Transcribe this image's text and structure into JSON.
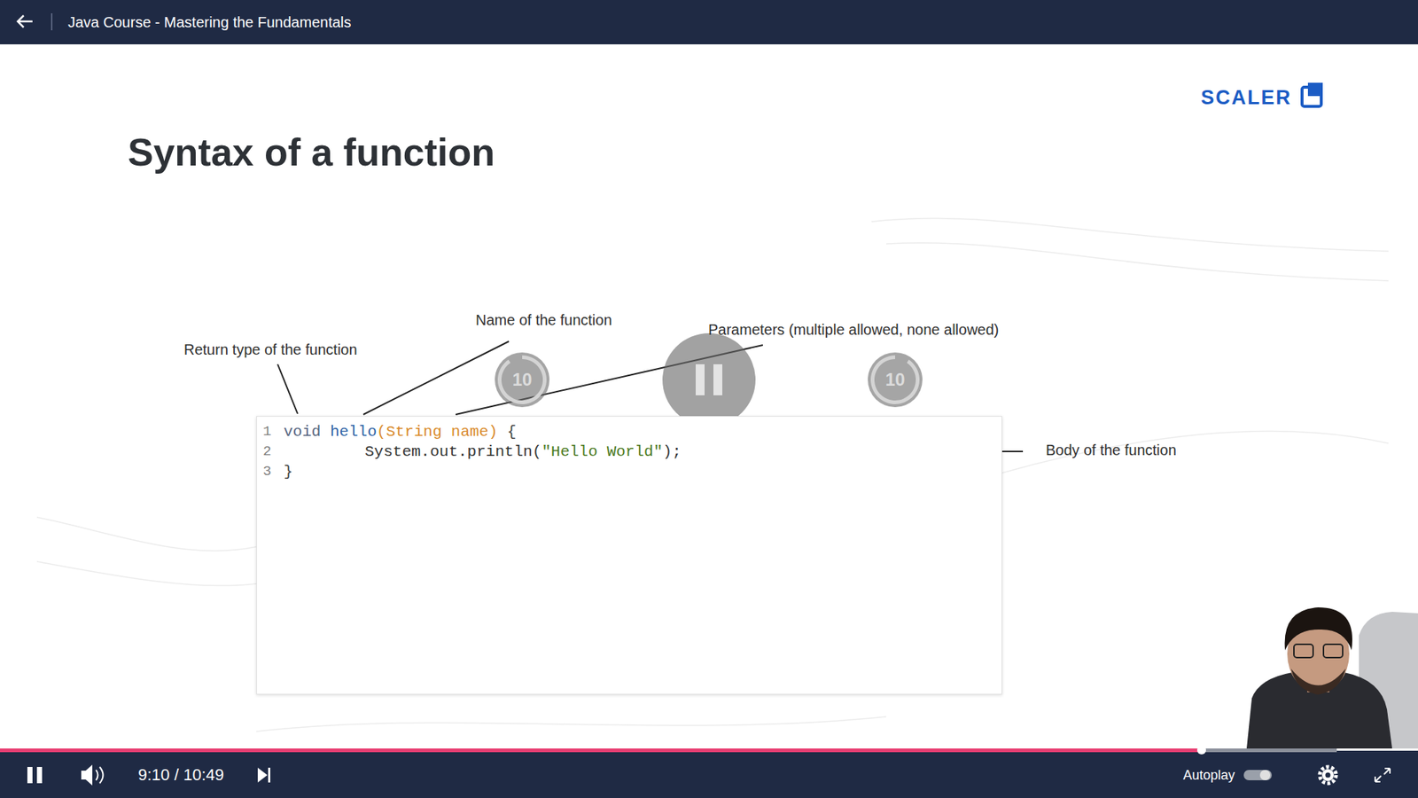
{
  "diagram": {
    "title": "Syntax of a function",
    "nodes": [
      {
        "text": [
          "Java Course - Mastering the Fundamentals"
        ]
      },
      {
        "text": [
          "10"
        ]
      },
      {
        "text": [
          "10"
        ]
      },
      {
        "text": [
          "1",
          "void",
          "hello",
          "(String name)",
          "{",
          "2",
          "System.out.println(",
          "\"Hello World\"",
          ");",
          "3",
          "}"
        ]
      },
      {
        "text": [
          "9:10 / 10:49",
          "Autoplay"
        ]
      }
    ],
    "labels": [
      "SCALER",
      "Return type of the function",
      "Name of the function",
      "Parameters (multiple allowed, none allowed)",
      "Body of the function"
    ]
  }
}
